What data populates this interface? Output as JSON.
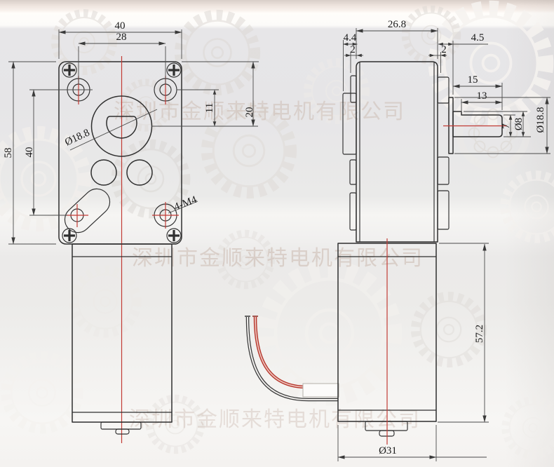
{
  "watermark": {
    "text": "深圳市金顺来特电机有限公司"
  },
  "front_view": {
    "dims": {
      "overall_width": "40",
      "hole_spacing_h": "28",
      "overall_height": "58",
      "hole_spacing_v": "40",
      "hole_to_shaft": "11",
      "top_to_shaft": "20",
      "boss_diameter": "Ø18.8",
      "mounting_thread": "4-M4"
    }
  },
  "side_view": {
    "dims": {
      "gearbox_depth": "26.8",
      "ear_depth": "4.4",
      "tab_left": "2",
      "tab_right": "2",
      "boss_length": "4.5",
      "shaft_length": "15",
      "flat_length": "13",
      "shaft_flat_height": "7",
      "shaft_diameter": "Ø8",
      "hub_diameter": "Ø18.8",
      "motor_length": "57.2",
      "motor_diameter": "Ø31"
    }
  },
  "colors": {
    "centerline_red": "#c23b35",
    "outline": "#2f2f2f",
    "dimension": "#4a4a4a",
    "watermark": "#c9b6ab",
    "wire_red": "#b5352b",
    "wire_black": "#3a3a3a"
  }
}
